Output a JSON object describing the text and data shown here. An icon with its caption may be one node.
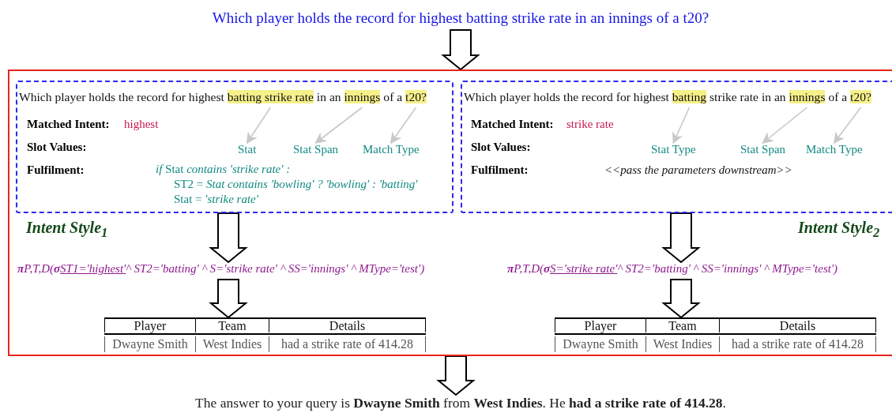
{
  "diagram": {
    "nodes": [
      {
        "text": [
          "Which player holds the record for highest batting strike rate in an innings of a t20?"
        ]
      },
      {
        "text": [],
        "shape": "box"
      },
      {
        "text": [
          "Matched Intent:",
          "highest",
          "Slot Values:",
          "Fulfilment:",
          "*if* Stat *contains 'strike rate' :*",
          "ST2 = *Stat contains 'bowling' ? 'bowling' : 'batting'*",
          "Stat = *'strike rate'*"
        ],
        "in": 1
      },
      {
        "text": [
          "Which player holds the record for highest batting strike rate in an innings of a t20?"
        ],
        "in": 2
      },
      {
        "text": [
          "Stat"
        ],
        "in": 2
      },
      {
        "text": [
          "Stat Span"
        ],
        "in": 2
      },
      {
        "text": [
          "Match Type"
        ],
        "in": 2
      },
      {
        "text": [
          "Matched Intent:",
          "strike rate",
          "Slot Values:",
          "Fulfilment:",
          "<<pass the parameters downstream>>"
        ],
        "in": 1
      },
      {
        "text": [
          "Which player holds the record for highest batting strike rate in an innings of a t20?"
        ],
        "in": 7
      },
      {
        "text": [
          "Stat Type"
        ],
        "in": 7
      },
      {
        "text": [
          "Stat Span"
        ],
        "in": 7
      },
      {
        "text": [
          "Match Type"
        ],
        "in": 7
      },
      {
        "text": [
          "**π**P,T,D(**σ**",
          "ST1='highest'",
          "^ ST2='batting' ^ S='strike rate' ^ SS='innings' ^ MType='test')"
        ],
        "in": 1
      },
      {
        "text": [
          "Player",
          "Team",
          "Details",
          "Dwayne Smith",
          "West Indies",
          "had a strike rate of 414.28"
        ],
        "in": 1
      },
      {
        "text": [
          "**π**P,T,D(**σ**",
          "S='strike rate'",
          "^ ST2='batting'  ^ SS='innings' ^ MType='test')"
        ],
        "in": 1
      },
      {
        "text": [
          "Player",
          "Team",
          "Details",
          "Dwayne Smith",
          "West Indies",
          "had a strike rate of 414.28"
        ],
        "in": 1
      },
      {
        "text": [
          "The answer to your query is **Dwayne Smith** from **West Indies**. He **had a strike rate of 414.28**."
        ]
      }
    ],
    "edges": [
      {
        "from": 0,
        "to": 1,
        "arrow": "to",
        "style": "thick"
      },
      {
        "from": 3,
        "to": 4,
        "arrow": "to",
        "color": "#c8c8c8"
      },
      {
        "from": 3,
        "to": 5,
        "arrow": "to",
        "color": "#c8c8c8"
      },
      {
        "from": 3,
        "to": 6,
        "arrow": "to",
        "color": "#c8c8c8"
      },
      {
        "from": 8,
        "to": 9,
        "arrow": "to",
        "color": "#c8c8c8"
      },
      {
        "from": 8,
        "to": 10,
        "arrow": "to",
        "color": "#c8c8c8"
      },
      {
        "from": 8,
        "to": 11,
        "arrow": "to",
        "color": "#c8c8c8"
      },
      {
        "from": 2,
        "to": 12,
        "arrow": "to",
        "style": "thick"
      },
      {
        "from": 12,
        "to": 13,
        "arrow": "to",
        "style": "thick"
      },
      {
        "from": 7,
        "to": 14,
        "arrow": "to",
        "style": "thick"
      },
      {
        "from": 14,
        "to": 15,
        "arrow": "to",
        "style": "thick"
      },
      {
        "from": 1,
        "to": 16,
        "arrow": "to",
        "style": "thick"
      }
    ],
    "labels": [
      "Intent Style$_{1}$",
      "Intent Style$_{2}$"
    ]
  }
}
